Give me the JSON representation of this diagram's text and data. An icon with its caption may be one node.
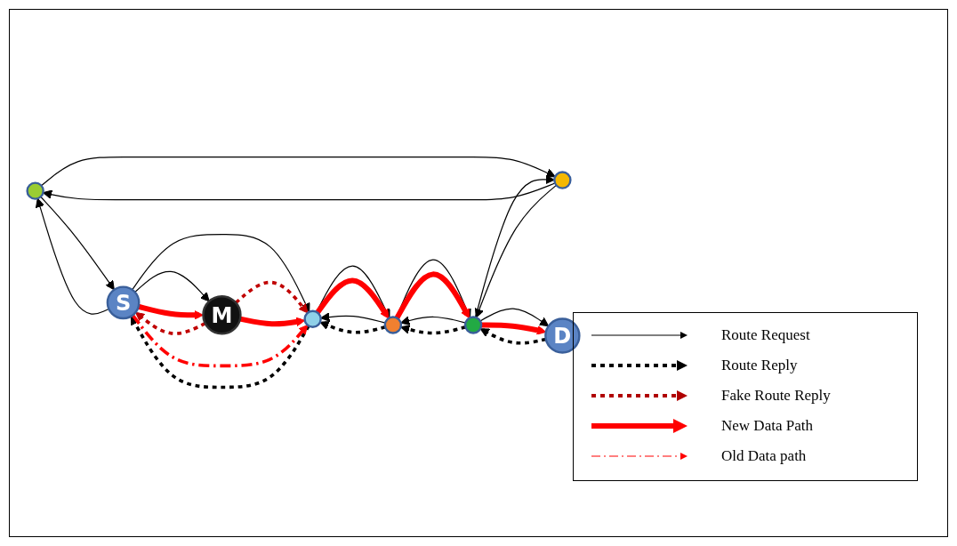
{
  "diagram": {
    "nodes": [
      {
        "text": [],
        "shape": "circle"
      },
      {
        "text": [],
        "shape": "circle"
      },
      {
        "text": [
          "S"
        ]
      },
      {
        "text": [
          "M"
        ]
      },
      {
        "text": [],
        "shape": "circle"
      },
      {
        "text": [
          "D"
        ]
      },
      {
        "text": [],
        "shape": "circle"
      },
      {
        "text": [],
        "shape": "circle"
      }
    ],
    "edges": [
      {
        "from": 2,
        "to": 0,
        "arrow": "to"
      },
      {
        "from": 0,
        "to": 2,
        "arrow": "to"
      },
      {
        "from": 0,
        "to": 1,
        "arrow": "to"
      },
      {
        "from": 1,
        "to": 0,
        "arrow": "to"
      },
      {
        "from": 1,
        "to": 4,
        "arrow": "to"
      },
      {
        "from": 4,
        "to": 1,
        "arrow": "to"
      },
      {
        "from": 2,
        "to": 3,
        "arrow": "to"
      },
      {
        "from": 2,
        "to": 6,
        "arrow": "to"
      },
      {
        "from": 6,
        "to": 7,
        "arrow": "to"
      },
      {
        "from": 7,
        "to": 6,
        "arrow": "to"
      },
      {
        "from": 7,
        "to": 4,
        "arrow": "to"
      },
      {
        "from": 4,
        "to": 7,
        "arrow": "to"
      },
      {
        "from": 4,
        "to": 5,
        "arrow": "to"
      },
      {
        "from": 5,
        "to": 4,
        "arrow": "to",
        "style": "dashed"
      },
      {
        "from": 4,
        "to": 7,
        "arrow": "to",
        "style": "dashed"
      },
      {
        "from": 7,
        "to": 6,
        "arrow": "to",
        "style": "dashed"
      },
      {
        "from": 6,
        "to": 2,
        "arrow": "to",
        "style": "dashed"
      },
      {
        "from": 3,
        "to": 2,
        "arrow": "to",
        "style": "dashed",
        "color": "#c00000"
      },
      {
        "from": 3,
        "to": 6,
        "arrow": "to",
        "style": "dashed",
        "color": "#c00000"
      },
      {
        "from": 2,
        "to": 3,
        "arrow": "to",
        "style": "thick",
        "color": "#ff0000"
      },
      {
        "from": 3,
        "to": 6,
        "arrow": "to",
        "style": "thick",
        "color": "#ff0000"
      },
      {
        "from": 6,
        "to": 7,
        "arrow": "to",
        "style": "thick",
        "color": "#ff0000"
      },
      {
        "from": 7,
        "to": 4,
        "arrow": "to",
        "style": "thick",
        "color": "#ff0000"
      },
      {
        "from": 4,
        "to": 5,
        "arrow": "to",
        "style": "thick",
        "color": "#ff0000"
      },
      {
        "from": 2,
        "to": 6,
        "arrow": "to",
        "style": "dashed",
        "color": "#ff0000"
      }
    ],
    "legend": [
      {
        "text": "Route Request"
      },
      {
        "text": "Route Reply"
      },
      {
        "text": "Fake Route Reply"
      },
      {
        "text": "New Data Path"
      },
      {
        "text": "Old Data path"
      }
    ]
  }
}
